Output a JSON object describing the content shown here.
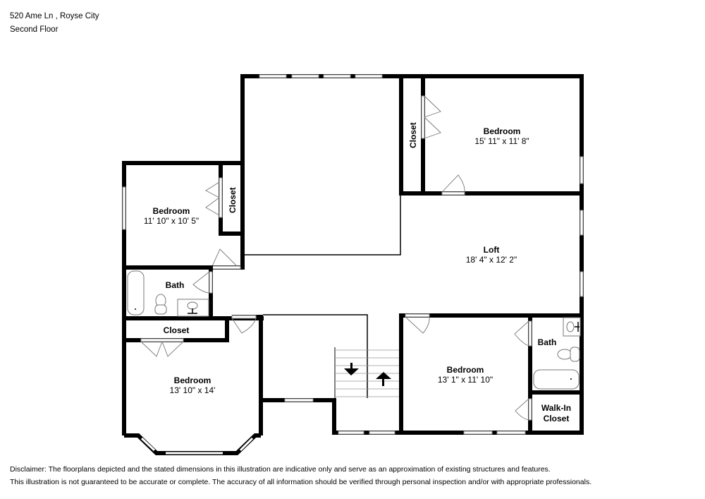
{
  "header": {
    "address": "520 Ame Ln , Royse City",
    "floor": "Second Floor"
  },
  "rooms": {
    "bedroom_ne": {
      "label": "Bedroom",
      "dims": "15' 11\" x 11' 8\""
    },
    "closet_ne": {
      "label": "Closet"
    },
    "bedroom_w": {
      "label": "Bedroom",
      "dims": "11' 10\" x 10' 5\""
    },
    "closet_w": {
      "label": "Closet"
    },
    "loft": {
      "label": "Loft",
      "dims": "18' 4\" x 12' 2\""
    },
    "bath_w": {
      "label": "Bath"
    },
    "closet_sw": {
      "label": "Closet"
    },
    "bedroom_sw": {
      "label": "Bedroom",
      "dims": "13' 10\" x 14'"
    },
    "bedroom_se": {
      "label": "Bedroom",
      "dims": "13' 1\" x 11' 10\""
    },
    "bath_e": {
      "label": "Bath"
    },
    "walkin_closet": {
      "label_line1": "Walk-In",
      "label_line2": "Closet"
    }
  },
  "icons": {
    "stairs_down": "arrow-down",
    "stairs_up": "arrow-up"
  },
  "disclaimer": {
    "line1": "Disclaimer: The floorplans depicted and the stated dimensions in this illustration are indicative only and serve as an approximation of existing structures and features.",
    "line2": "This illustration is not guaranteed to be accurate or complete. The accuracy of all information should be verified through personal inspection and/or with appropriate professionals."
  }
}
